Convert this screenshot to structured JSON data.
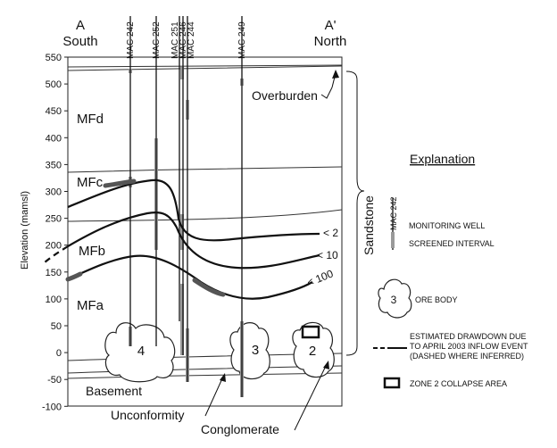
{
  "section": {
    "left_letter": "A",
    "left_dir": "South",
    "right_letter": "A'",
    "right_dir": "North"
  },
  "axis": {
    "label": "Elevation (mamsl)",
    "ticks": [
      "550",
      "500",
      "450",
      "400",
      "350",
      "300",
      "250",
      "200",
      "150",
      "100",
      "50",
      "0",
      "-50",
      "-100"
    ]
  },
  "wells": [
    "MAC 242",
    "MAC 252",
    "MAC 251",
    "MAC 246",
    "MAC 244",
    "MAC 249"
  ],
  "units": {
    "mfd": "MFd",
    "mfc": "MFc",
    "mfb": "MFb",
    "mfa": "MFa",
    "basement": "Basement",
    "overburden": "Overburden",
    "sandstone": "Sandstone",
    "unconformity": "Unconformity",
    "conglomerate": "Conglomerate"
  },
  "drawdown_labels": [
    "< 2",
    "< 10",
    "< 100"
  ],
  "ore_bodies": [
    "4",
    "3",
    "2"
  ],
  "legend": {
    "title": "Explanation",
    "well_name": "MAC 242",
    "monitoring_well": "MONITORING WELL",
    "screened_interval": "SCREENED INTERVAL",
    "ore_body_num": "3",
    "ore_body": "ORE BODY",
    "drawdown_1": "ESTIMATED DRAWDOWN DUE",
    "drawdown_2": "TO APRIL 2003 INFLOW EVENT",
    "drawdown_3": "(DASHED WHERE INFERRED)",
    "collapse": "ZONE 2 COLLAPSE AREA"
  }
}
